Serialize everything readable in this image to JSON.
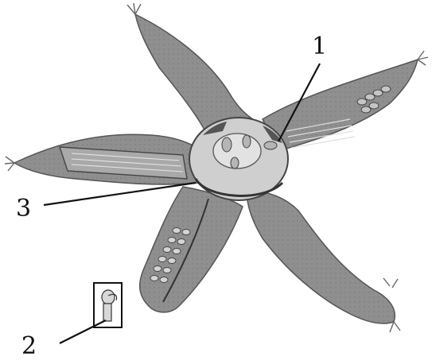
{
  "figure": {
    "labels": {
      "one": "1",
      "two": "2",
      "three": "3"
    },
    "colors": {
      "background": "#ffffff",
      "arm_fill": "#8f8f8f",
      "arm_dark": "#6f6f6f",
      "arm_light": "#b8b8b8",
      "disk_fill": "#cfcfcf",
      "ink": "#111111"
    }
  }
}
